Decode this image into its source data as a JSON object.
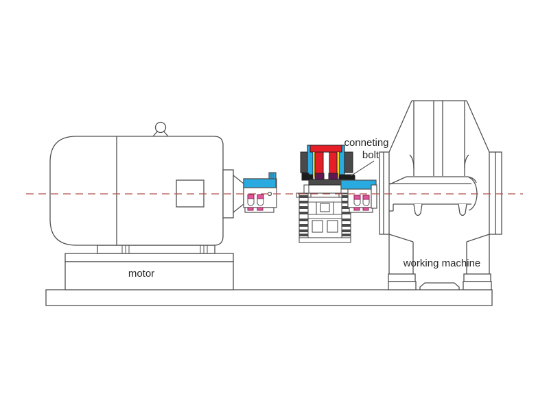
{
  "diagram": {
    "labels": {
      "motor": "motor",
      "working_machine": "working machine",
      "connecting_bolt_line1": "conneting",
      "connecting_bolt_line2": "bolt"
    },
    "colors": {
      "line": "#4f4f4f",
      "centerline": "#b0524a",
      "cyan": "#29abe2",
      "red": "#e61e28",
      "yellow": "#f0d51e",
      "purple": "#5f1850",
      "dark_gray": "#4a4a4a",
      "black": "#1c1c1c",
      "pink": "#e0559d",
      "pink_stroke": "#8a2250",
      "outline_dark": "#222222",
      "text": "#282828"
    }
  }
}
